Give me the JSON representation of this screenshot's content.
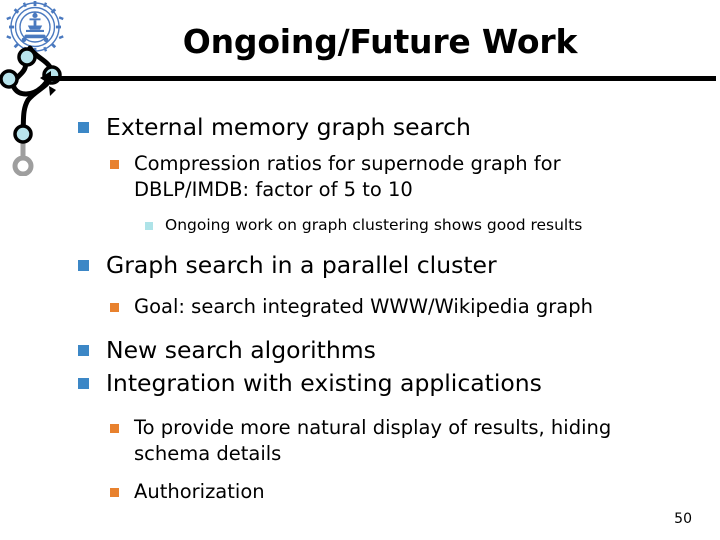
{
  "slide": {
    "title": "Ongoing/Future Work",
    "page_number": "50",
    "colors": {
      "level1_bullet": "#3C87C6",
      "level2_bullet": "#E8812E",
      "level3_bullet": "#AEE3E8",
      "rule": "#000000",
      "text": "#000000",
      "emblem": "#4A79BF",
      "node_fill": "#B8E4EC",
      "node_gray": "#9E9E9E"
    },
    "decorations": {
      "emblem_name": "institute-emblem-icon",
      "graph_name": "node-graph-decoration-icon"
    },
    "bullets": [
      {
        "level": 1,
        "text": "External memory graph search"
      },
      {
        "level": 2,
        "text": "Compression ratios for supernode graph for DBLP/IMDB:  factor of 5 to 10"
      },
      {
        "level": 3,
        "text": "Ongoing work on graph clustering shows good results"
      },
      {
        "level": 1,
        "text": "Graph search in a parallel cluster"
      },
      {
        "level": 2,
        "text": "Goal: search integrated WWW/Wikipedia graph"
      },
      {
        "level": 1,
        "text": "New search algorithms"
      },
      {
        "level": 1,
        "text": "Integration with existing applications"
      },
      {
        "level": 2,
        "text": "To provide more natural display of results, hiding schema details"
      },
      {
        "level": 2,
        "text": "Authorization"
      }
    ]
  }
}
